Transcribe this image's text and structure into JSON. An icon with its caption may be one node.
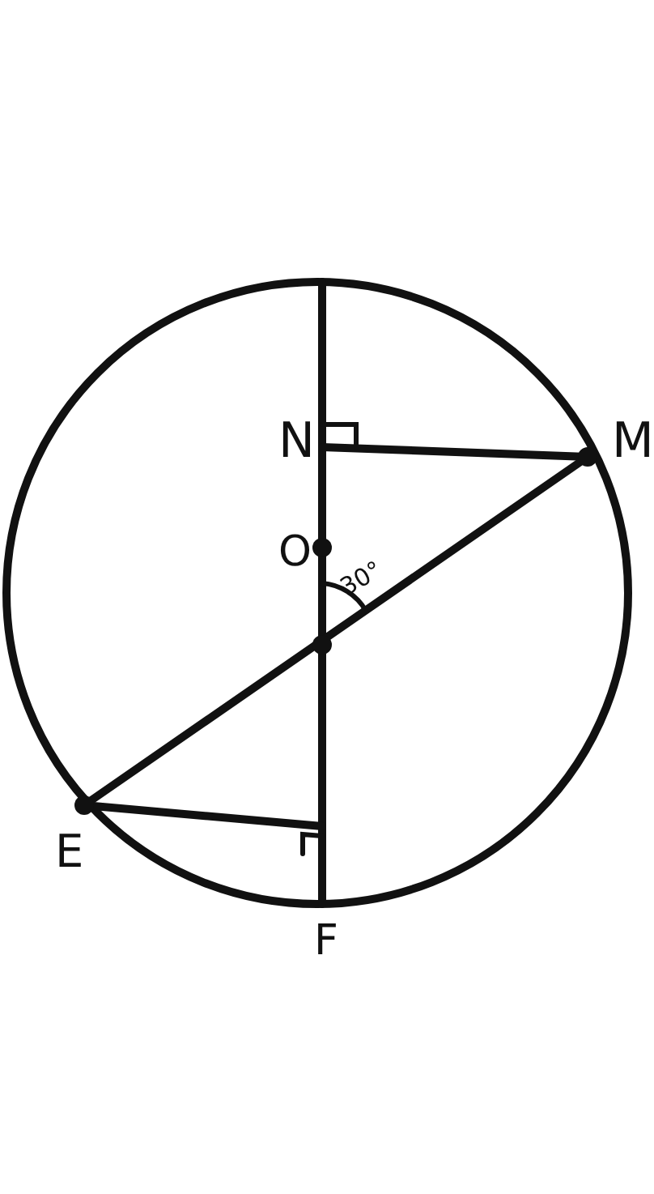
{
  "diagram": {
    "labels": [
      "N",
      "M",
      "O",
      "30°",
      "E",
      "F"
    ]
  }
}
